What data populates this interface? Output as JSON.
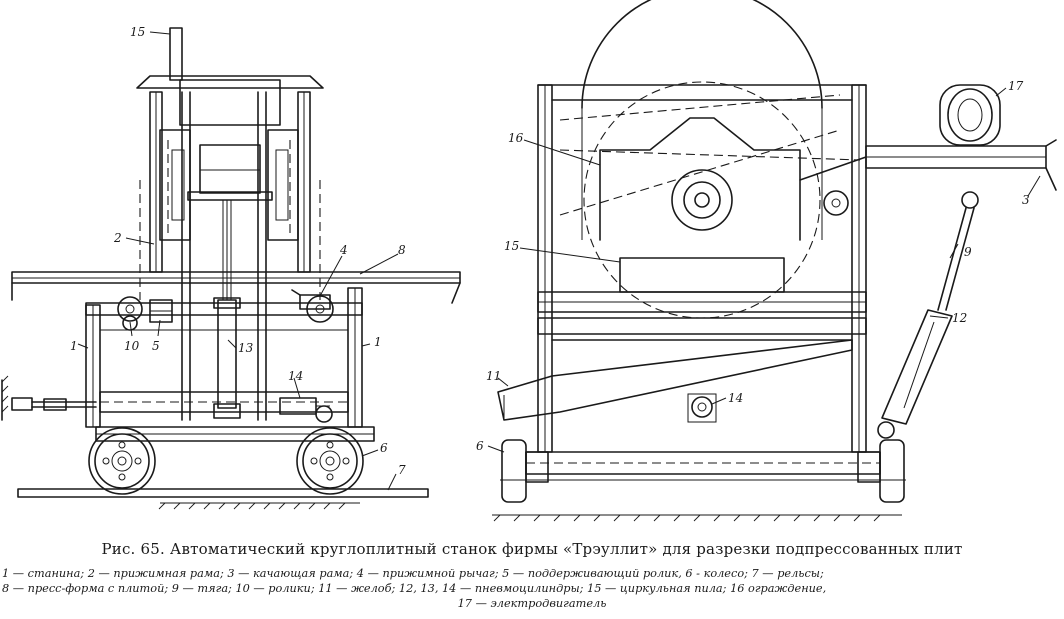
{
  "figure": {
    "caption_title": "Рис. 65. Автоматический круглоплитный станок фирмы «Трэуллит» для разрезки подпрессованных плит",
    "legend_lines": [
      "1 — станина; 2 — прижимная рама; 3 — качающая рама; 4 — прижимной рычаг; 5 — поддерживающий ролик, 6 - колесо; 7 — рельсы;",
      "8 — пресс-форма с плитой; 9 — тяга; 10 — ролики; 11 — желоб; 12, 13, 14 — пневмоцилиндры; 15 — циркульная пила; 16 ограждение,",
      "17 — электродвигатель"
    ]
  },
  "callouts": {
    "left_view": [
      "15",
      "2",
      "4",
      "8",
      "1",
      "10",
      "5",
      "13",
      "1",
      "14",
      "6",
      "7"
    ],
    "right_view": [
      "17",
      "16",
      "3",
      "9",
      "15",
      "12",
      "11",
      "14",
      "6"
    ]
  }
}
